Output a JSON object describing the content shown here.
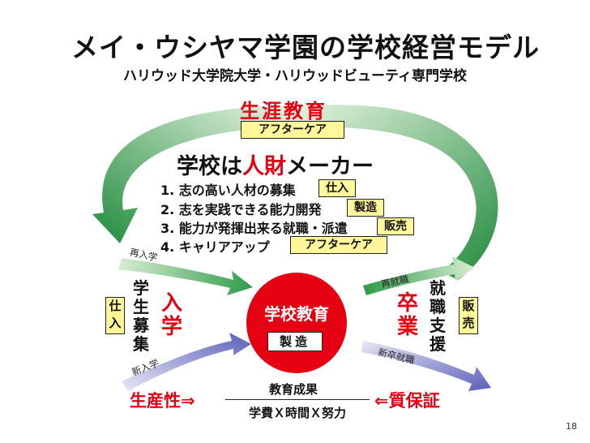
{
  "title_parts": [
    "メイ・ウシヤマ学園の学校経営モデル"
  ],
  "subtitle": "ハリウッド大学院大学・ハリウッドビューティ専門学校",
  "top": {
    "heading": "生涯教育",
    "tag": "アフターケア"
  },
  "maker": {
    "prefix": "学校は",
    "highlight": "人財",
    "suffix": "メーカー",
    "items": [
      {
        "text": "1. 志の高い人材の募集",
        "tag": "仕入"
      },
      {
        "text": "2. 志を実践できる能力開発",
        "tag": "製造"
      },
      {
        "text": "3. 能力が発揮出来る就職・派遣",
        "tag": "販売"
      },
      {
        "text": "4. キャリアアップ",
        "tag": "アフターケア"
      }
    ]
  },
  "left": {
    "tag": [
      "仕",
      "入"
    ],
    "vertical_black": [
      "学",
      "生",
      "募",
      "集"
    ],
    "vertical_red": [
      "入",
      "学"
    ]
  },
  "right": {
    "vertical_red": [
      "卒",
      "業"
    ],
    "vertical_black": [
      "就",
      "職",
      "支",
      "援"
    ],
    "tag": [
      "販",
      "売"
    ]
  },
  "arrow_labels": {
    "re_enroll": "再入学",
    "re_employ": "再就職",
    "new_enroll": "新入学",
    "new_grad_employ": "新卒就職"
  },
  "center": {
    "title": "学校教育",
    "core": "製造"
  },
  "bottom": {
    "left": "生産性⇒",
    "top": "教育成果",
    "formula": "学費Ｘ時間Ｘ努力",
    "right": "⇐質保証"
  },
  "page_number": "18",
  "colors": {
    "accent_red": "#e50012",
    "tag_fill": "#fff799",
    "loop_green": "#1f8a3c",
    "loop_light": "#cfe9c8",
    "arrow_blue": "#5b5fb8"
  }
}
